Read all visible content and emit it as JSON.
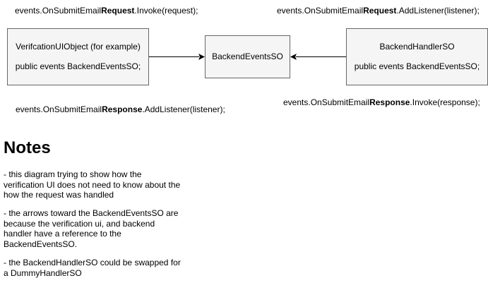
{
  "top_left_call": {
    "before": "events.OnSubmitEmail",
    "bold": "Request",
    "after": ".Invoke(request);"
  },
  "top_right_call": {
    "before": "events.OnSubmitEmail",
    "bold": "Request",
    "after": ".AddListener(listener);"
  },
  "bottom_left_call": {
    "before": "events.OnSubmitEmail",
    "bold": "Response",
    "after": ".AddListener(listener);"
  },
  "bottom_right_call": {
    "before": "events.OnSubmitEmail",
    "bold": "Response",
    "after": ".Invoke(response);"
  },
  "boxes": {
    "ui_object": {
      "line1": "VerifcationUIObject (for example)",
      "line2": "public events BackendEventsSO;"
    },
    "backend_events": {
      "line1": "BackendEventsSO"
    },
    "backend_handler": {
      "line1": "BackendHandlerSO",
      "line2": "public events BackendEventsSO;"
    }
  },
  "notes": {
    "title": "Notes",
    "items": [
      "- this diagram trying to show how the verification UI does not need to know about the how the request was handled",
      "- the arrows toward the BackendEventsSO are because the verification ui, and backend handler have a reference to the BackendEventsSO.",
      "- the BackendHandlerSO could be swapped for a DummyHandlerSO"
    ]
  },
  "colors": {
    "box_fill": "#f5f5f5",
    "box_border": "#666666",
    "arrow": "#000000"
  }
}
